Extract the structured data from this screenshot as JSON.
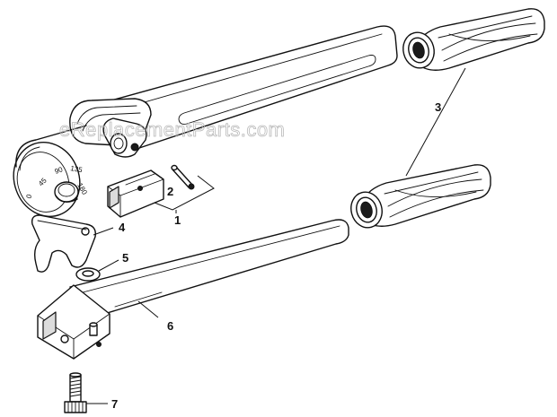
{
  "watermark": "eReplacementParts.com",
  "callouts": {
    "c1": "1",
    "c2": "2",
    "c3": "3",
    "c4": "4",
    "c5": "5",
    "c6": "6",
    "c7": "7"
  },
  "dial_marks": {
    "m0": "0",
    "m45": "45",
    "m90": "90",
    "m135": "135",
    "m180": "180"
  },
  "colors": {
    "line": "#111111",
    "background": "#ffffff",
    "watermark": "#b9b9b9"
  }
}
